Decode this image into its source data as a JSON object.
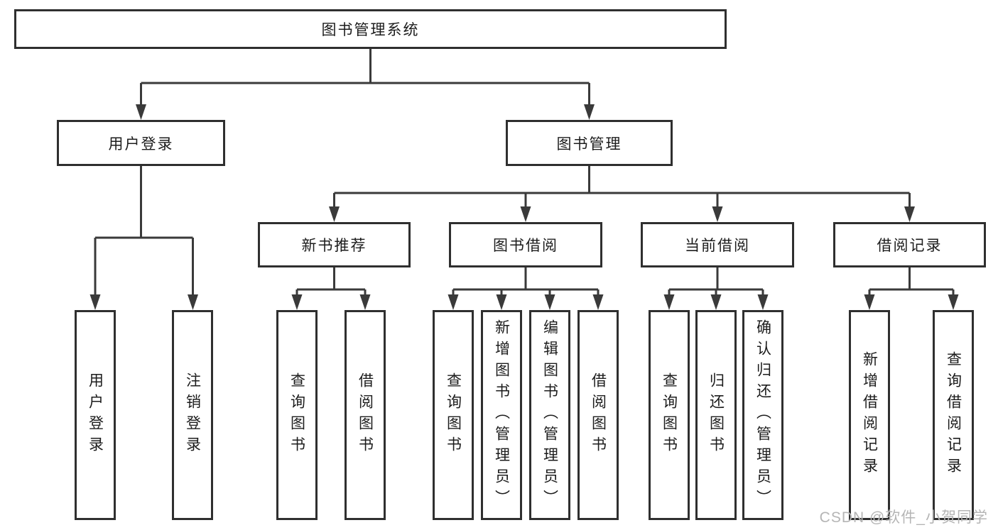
{
  "diagram_title": "图书管理系统",
  "nodes": {
    "root": {
      "label": "图书管理系统"
    },
    "user_login": {
      "label": "用户登录",
      "children": [
        {
          "label": "用户登录"
        },
        {
          "label": "注销登录"
        }
      ]
    },
    "book_mgmt": {
      "label": "图书管理",
      "children": [
        {
          "label": "新书推荐",
          "children": [
            {
              "label": "查询图书"
            },
            {
              "label": "借阅图书"
            }
          ]
        },
        {
          "label": "图书借阅",
          "children": [
            {
              "label": "查询图书"
            },
            {
              "label": "新增图书（管理员）"
            },
            {
              "label": "编辑图书（管理员）"
            },
            {
              "label": "借阅图书"
            }
          ]
        },
        {
          "label": "当前借阅",
          "children": [
            {
              "label": "查询图书"
            },
            {
              "label": "归还图书"
            },
            {
              "label": "确认归还（管理员）"
            }
          ]
        },
        {
          "label": "借阅记录",
          "children": [
            {
              "label": "新增借阅记录"
            },
            {
              "label": "查询借阅记录"
            }
          ]
        }
      ]
    }
  },
  "watermark": {
    "text": "CSDN @软件_小贺同学"
  },
  "colors": {
    "line": "#3a3a3a",
    "border": "#2f2f2f",
    "text": "#1c1c1c",
    "wm": "#b5b5b5",
    "bg": "#ffffff"
  }
}
